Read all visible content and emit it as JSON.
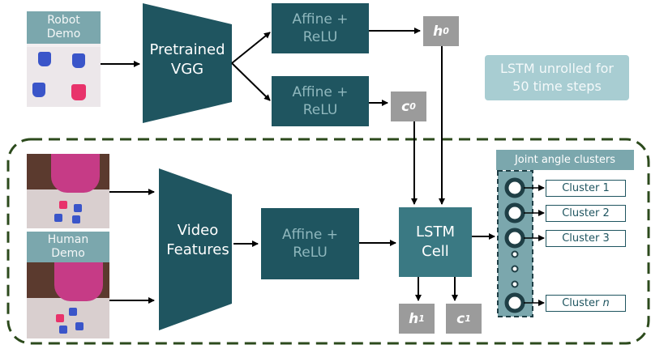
{
  "robot_demo": {
    "label_line1": "Robot",
    "label_line2": "Demo"
  },
  "human_demo": {
    "label_line1": "Human",
    "label_line2": "Demo"
  },
  "vgg": {
    "label_line1": "Pretrained",
    "label_line2": "VGG"
  },
  "video_features": {
    "label_line1": "Video",
    "label_line2": "Features"
  },
  "affine_h": {
    "label_line1": "Affine +",
    "label_line2": "ReLU"
  },
  "affine_c": {
    "label_line1": "Affine +",
    "label_line2": "ReLU"
  },
  "affine_video": {
    "label_line1": "Affine +",
    "label_line2": "ReLU"
  },
  "h0": {
    "base": "h",
    "sub": "0"
  },
  "c0": {
    "base": "c",
    "sub": "0"
  },
  "h1": {
    "base": "h",
    "sub": "1"
  },
  "c1": {
    "base": "c",
    "sub": "1"
  },
  "lstm_cell": {
    "label_line1": "LSTM",
    "label_line2": "Cell"
  },
  "lstm_note": {
    "line1": "LSTM unrolled for",
    "line2": "50 time steps"
  },
  "clusters": {
    "title": "Joint angle clusters",
    "items": [
      "Cluster 1",
      "Cluster 2",
      "Cluster 3"
    ],
    "last_prefix": "Cluster ",
    "last_var": "n"
  },
  "colors": {
    "dark_teal": "#1f5560",
    "mid_teal": "#3a7983",
    "light_teal": "#7ba7ad",
    "gray": "#9b9b9b",
    "dashed_border": "#2c4a1c"
  }
}
